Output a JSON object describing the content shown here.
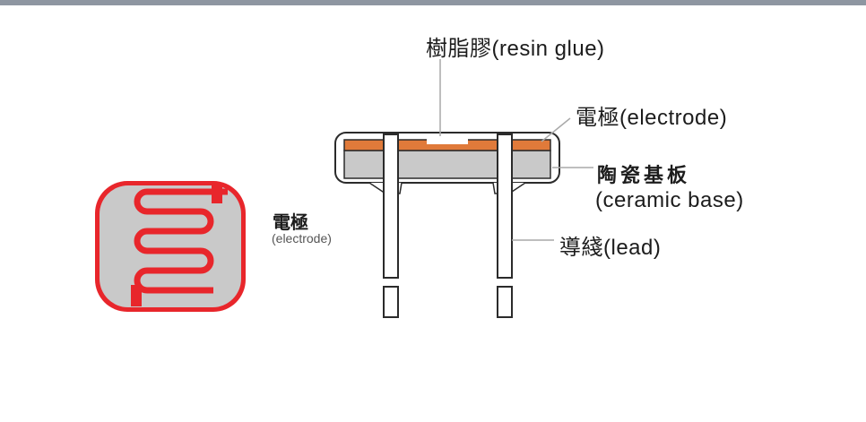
{
  "labels": {
    "resin_glue": "樹脂膠(resin glue)",
    "electrode_top": "電極(electrode)",
    "ceramic_base_cn": "陶瓷基板",
    "ceramic_base_en": "(ceramic base)",
    "lead": "導綫(lead)",
    "electrode_side_cn": "電極",
    "electrode_side_en": "(electrode)"
  },
  "colors": {
    "electrode": "#e8262b",
    "orange_layer": "#e07a3a",
    "ceramic": "#c9c9c9",
    "outline": "#2b2b2b",
    "leader": "#a9a9a9",
    "frame_bar": "#8e96a1"
  }
}
